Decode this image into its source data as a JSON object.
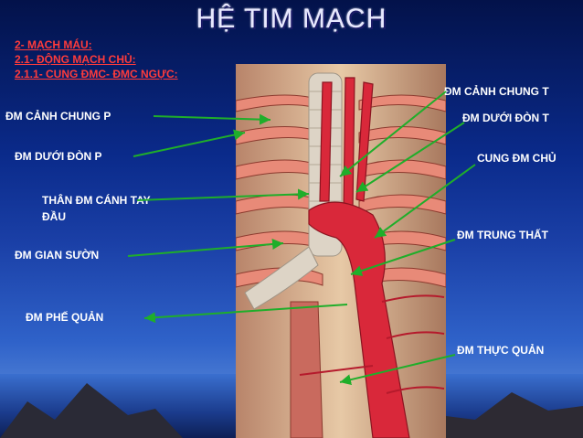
{
  "slide": {
    "title": "HỆ TIM MẠCH",
    "subheadings": [
      "2- MẠCH MÁU:",
      "2.1- ĐỘNG MẠCH CHỦ:",
      "2.1.1- CUNG ĐMC- ĐMC NGỰC:"
    ],
    "labels_left": [
      "ĐM CẢNH CHUNG P",
      "ĐM DƯỚI ĐÒN P",
      "THÂN ĐM CÁNH TAY ĐẦU",
      "ĐM GIAN SƯỜN",
      "ĐM PHẾ QUẢN"
    ],
    "labels_right": [
      "ĐM CẢNH CHUNG T",
      "ĐM DƯỚI ĐÒN T",
      "CUNG ĐM CHỦ",
      "ĐM TRUNG THẤT",
      "ĐM THỰC QUẢN"
    ]
  },
  "colors": {
    "title": "#e8e8ff",
    "subheading": "#ff3b3b",
    "label": "#ffffff",
    "arrow": "#1fae2a",
    "artery": "#d9283a"
  }
}
